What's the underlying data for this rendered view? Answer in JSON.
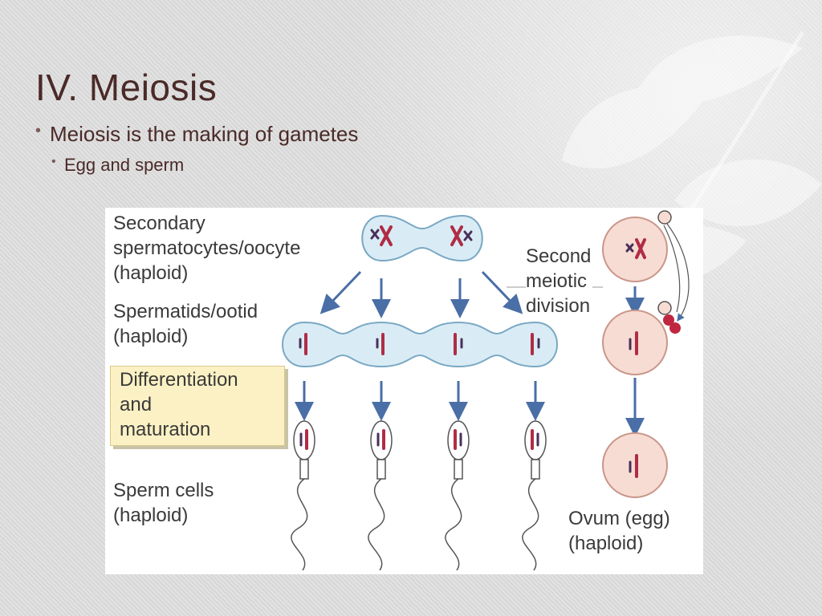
{
  "slide": {
    "title": "IV.  Meiosis",
    "bullets": [
      {
        "text": "Meiosis is the making of gametes",
        "level": 1
      },
      {
        "text": "Egg and sperm",
        "level": 2
      }
    ]
  },
  "diagram": {
    "labels": {
      "secondary": [
        "Secondary",
        "spermatocytes/oocyte",
        "(haploid)"
      ],
      "spermatids": [
        "Spermatids/ootid",
        "(haploid)"
      ],
      "differentiation": [
        "Differentiation",
        "and",
        "maturation"
      ],
      "sperm_cells": [
        "Sperm cells",
        "(haploid)"
      ],
      "second_division": [
        "Second",
        "meiotic",
        "division"
      ],
      "ovum": [
        "Ovum (egg)",
        "(haploid)"
      ]
    },
    "colors": {
      "cell_fill": "#d9ecf5",
      "cell_stroke": "#7aa8c4",
      "egg_fill": "#f7dcd3",
      "egg_stroke": "#c9968a",
      "arrow": "#4a6ea6",
      "chromosome_red": "#b02c45",
      "chromosome_dark": "#4a2f5a",
      "box_fill": "#fbf1c4"
    }
  }
}
